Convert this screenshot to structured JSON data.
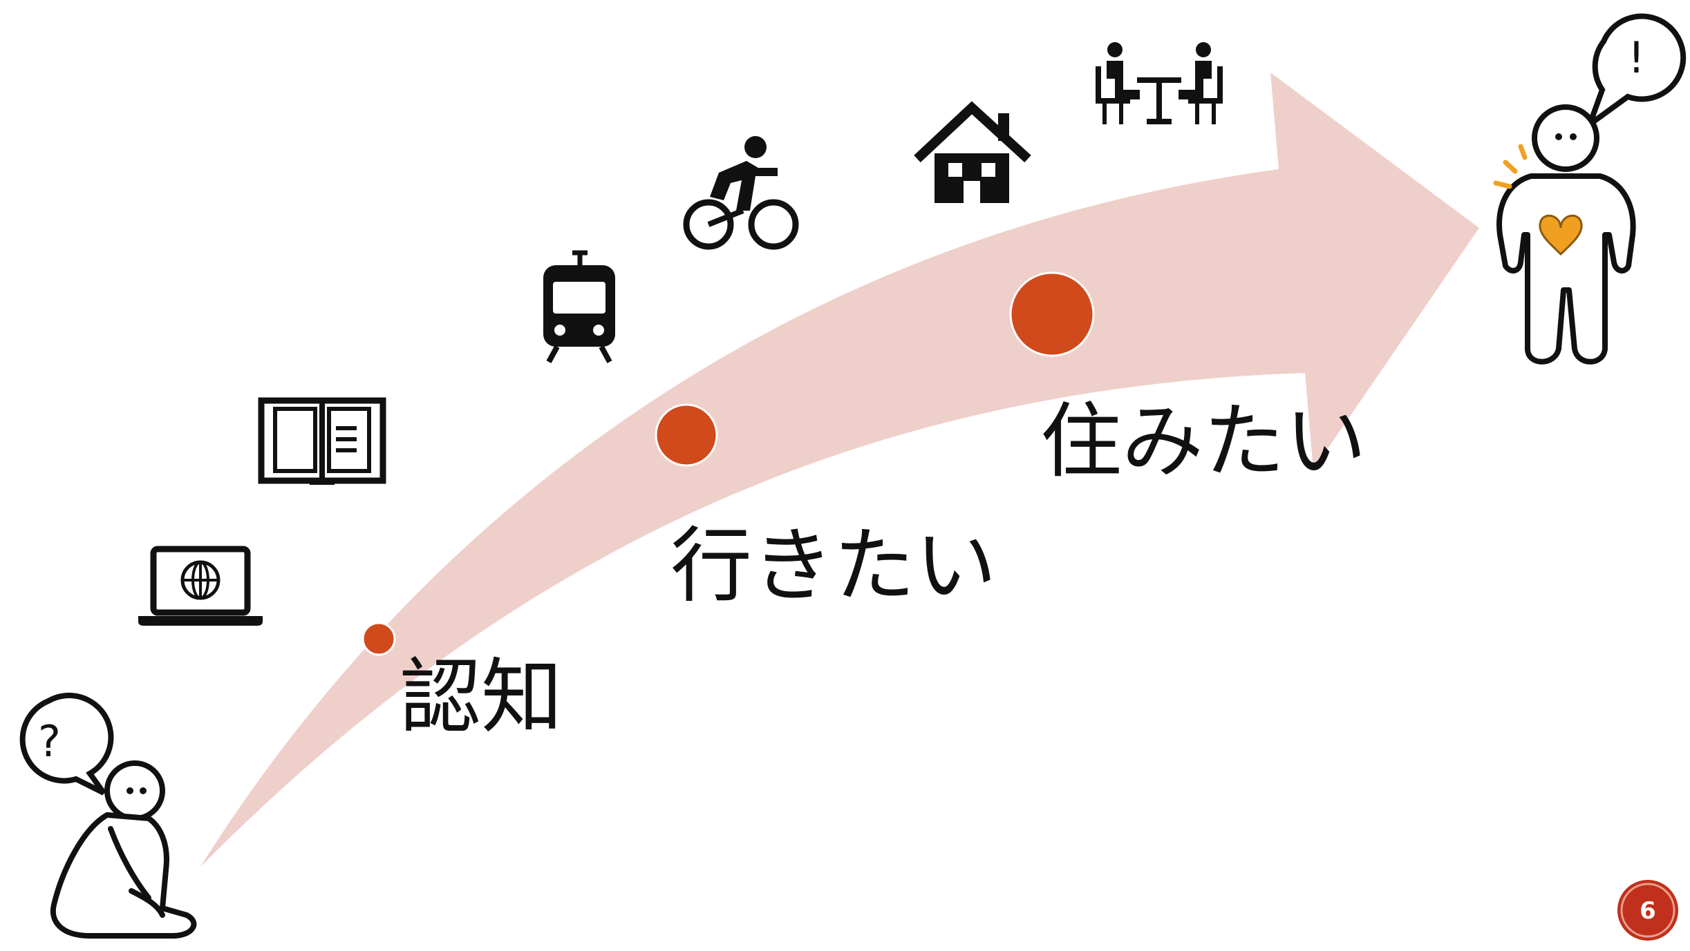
{
  "stages": [
    {
      "label": "認知"
    },
    {
      "label": "行きたい"
    },
    {
      "label": "住みたい"
    }
  ],
  "icons": [
    "laptop-globe-icon",
    "open-book-icon",
    "tram-icon",
    "cyclist-icon",
    "house-icon",
    "meeting-table-icon"
  ],
  "people": {
    "start_bubble": "?",
    "end_bubble": "!"
  },
  "page_number": "6",
  "colors": {
    "arrow": "#efcfca",
    "dot": "#d14a1c",
    "heart": "#f0a020",
    "badge": "#c0301c"
  }
}
